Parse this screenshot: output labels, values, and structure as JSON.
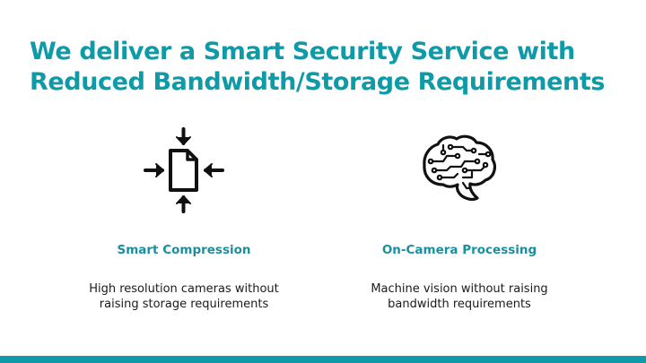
{
  "slide": {
    "title_line1": "We deliver a Smart Security Service with",
    "title_line2": "Reduced Bandwidth/Storage Requirements",
    "accent_color": "#0f9aa7"
  },
  "features": [
    {
      "icon": "compress-file-icon",
      "title": "Smart Compression",
      "desc_line1": "High resolution cameras without",
      "desc_line2": "raising storage requirements"
    },
    {
      "icon": "circuit-brain-icon",
      "title": "On-Camera Processing",
      "desc_line1": "Machine vision without raising",
      "desc_line2": "bandwidth requirements"
    }
  ]
}
